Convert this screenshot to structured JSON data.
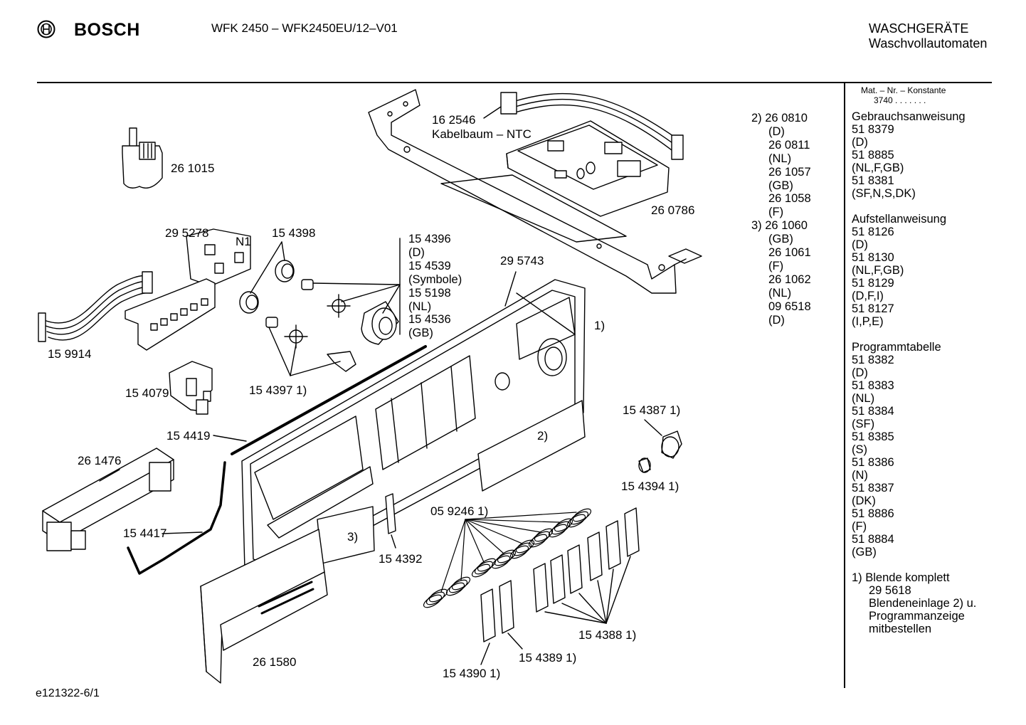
{
  "header": {
    "brand": "BOSCH",
    "logo_icon": "bosch-armature-icon",
    "model": "WFK 2450 – WFK2450EU/12–V01",
    "category_1": "WASCHGERÄTE",
    "category_2": "Waschvollautomaten"
  },
  "parts": {
    "p261015": "26 1015",
    "p295278": "29 5278",
    "n1": "N1",
    "p154398": "15 4398",
    "p159914": "15 9914",
    "p154079": "15 4079",
    "p1543971": "15 4397 1)",
    "p154419": "15 4419",
    "p261476": "26 1476",
    "p154417": "15 4417",
    "p162546": "16 2546",
    "harness": "Kabelbaum – NTC",
    "p260786": "26 0786",
    "p295743": "29 5743",
    "note1": "1)",
    "note2": "2)",
    "note3": "3)",
    "p1543871": "15 4387 1)",
    "p1543941": "15 4394 1)",
    "p154392": "15 4392",
    "p0592461": "05 9246 1)",
    "p1543881": "15 4388 1)",
    "p1543891": "15 4389 1)",
    "p1543901": "15 4390 1)",
    "p261580": "26 1580"
  },
  "knob_group": [
    "15 4396",
    "(D)",
    "15 4539",
    "(Symbole)",
    "15 5198",
    "(NL)",
    "15 4536",
    "(GB)"
  ],
  "variant_group": [
    "2)  26 0810",
    "(D)",
    "26 0811",
    "(NL)",
    "26 1057",
    "(GB)",
    "26 1058",
    "(F)",
    "3)  26 1060",
    "(GB)",
    "26 1061",
    "(F)",
    "26 1062",
    "(NL)",
    "09 6518",
    "(D)"
  ],
  "sidebar": {
    "mat_title": "Mat. – Nr. – Konstante",
    "mat_value": "3740 . . .  . . . .",
    "sections": [
      {
        "title": "Gebrauchsanweisung",
        "lines": [
          "51 8379",
          "(D)",
          "51 8885",
          "(NL,F,GB)",
          "51 8381",
          "(SF,N,S,DK)"
        ]
      },
      {
        "title": "Aufstellanweisung",
        "lines": [
          "51 8126",
          "(D)",
          "51 8130",
          "(NL,F,GB)",
          "51 8129",
          "(D,F,I)",
          "51 8127",
          "(I,P,E)"
        ]
      },
      {
        "title": "Programmtabelle",
        "lines": [
          "51 8382",
          "(D)",
          "51 8383",
          "(NL)",
          "51 8384",
          "(SF)",
          "51 8385",
          "(S)",
          "51 8386",
          "(N)",
          "51 8387",
          "(DK)",
          "51 8886",
          "(F)",
          "51 8884",
          "(GB)"
        ]
      }
    ],
    "footnote": [
      "1)  Blende komplett",
      "29 5618",
      "Blendeneinlage 2) u.",
      "Programmanzeige",
      "mitbestellen"
    ]
  },
  "footer": "e121322-6/1"
}
